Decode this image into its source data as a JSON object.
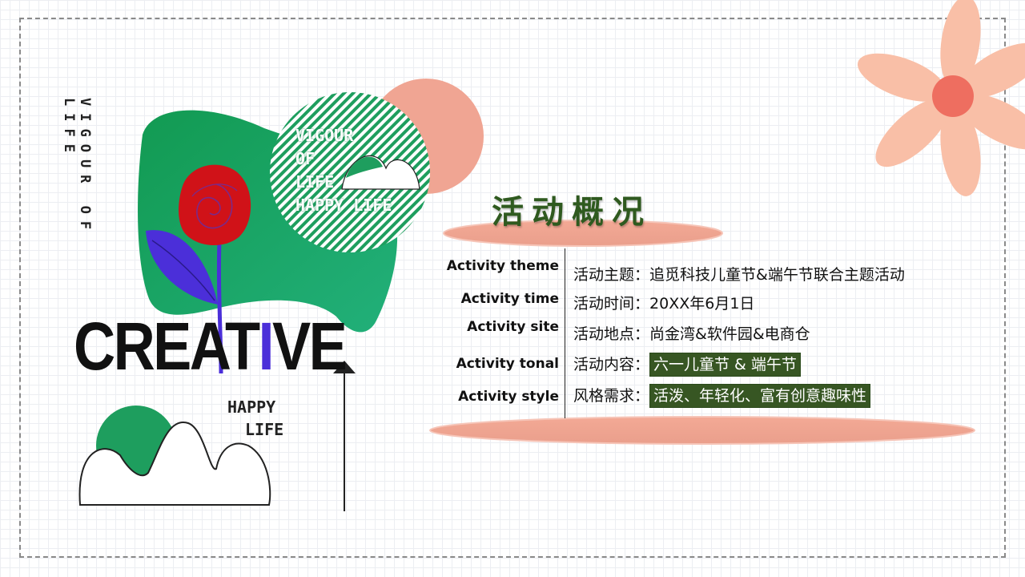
{
  "decor": {
    "vertical_text": "VIGOUR OF LIFE",
    "creative": "CREAT",
    "creative_i": "I",
    "creative_end": "VE",
    "happy_line1": "HAPPY",
    "happy_line2": "LIFE",
    "circle_lines": [
      "VIGOUR",
      "OF",
      "LIFE",
      "HAPPY LIFE"
    ],
    "colors": {
      "green": "#1e9e5e",
      "salmon": "#f0a593",
      "flower": "#f9bfa7",
      "flower_center": "#ee6e60",
      "red_rose": "#d01218",
      "leaf": "#4b2fd9",
      "title_green": "#2f5a1f",
      "highlight_bg": "#375623"
    }
  },
  "section": {
    "title": "活动概况"
  },
  "info": {
    "labels": [
      "Activity theme",
      "Activity time",
      "Activity site",
      "Activity tonal",
      "Activity style"
    ],
    "rows": [
      {
        "label": "活动主题：",
        "value": "追觅科技儿童节&端午节联合主题活动"
      },
      {
        "label": "活动时间：",
        "value": "20XX年6月1日"
      },
      {
        "label": "活动地点：",
        "value": "尚金湾&软件园&电商仓"
      },
      {
        "label": "活动内容：",
        "value": "六一儿童节 & 端午节"
      },
      {
        "label": "风格需求：",
        "value": "活泼、年轻化、富有创意趣味性"
      }
    ]
  }
}
